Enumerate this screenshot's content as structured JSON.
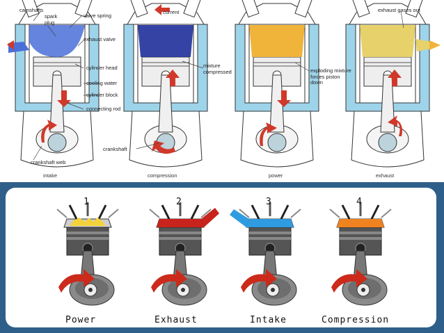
{
  "top_diagram": {
    "labels": {
      "camshafts": "camshafts",
      "spark_plug": "spark plug",
      "valve_spring": "valve spring",
      "exhaust_valve": "exhaust valve",
      "cylinder_head": "cylinder head",
      "cooling_water": "cooling water",
      "cylinder_block": "cylinder block",
      "connecting_rod": "connecting rod",
      "crankshaft_web": "crankshaft web",
      "current": "current",
      "mixture_compressed": "mixture compressed",
      "crankshaft": "crankshaft",
      "exploding": "exploding mixture forces piston down",
      "exhaust_gases_out": "exhaust gases out"
    },
    "captions": [
      "intake",
      "compression",
      "power",
      "exhaust"
    ],
    "colors": {
      "coolant": "#9ed4ea",
      "intake_charge": "#4a6fd8",
      "compressed_charge": "#1f2f9a",
      "exploding_charge": "#f0b43a",
      "exhaust_gas": "#e7d16a",
      "arrow": "#d0382a"
    }
  },
  "bottom_diagram": {
    "numbers": [
      "1",
      "2",
      "3",
      "4"
    ],
    "names": [
      "Power",
      "Exhaust",
      "Intake",
      "Compression"
    ],
    "colors": {
      "frame": "#2e5f8a",
      "power_flash": "#f3d23c",
      "exhaust_charge": "#c8231c",
      "intake_charge": "#2f9be0",
      "compression_charge": "#f0821f",
      "arrow": "#cc2a1a"
    }
  }
}
